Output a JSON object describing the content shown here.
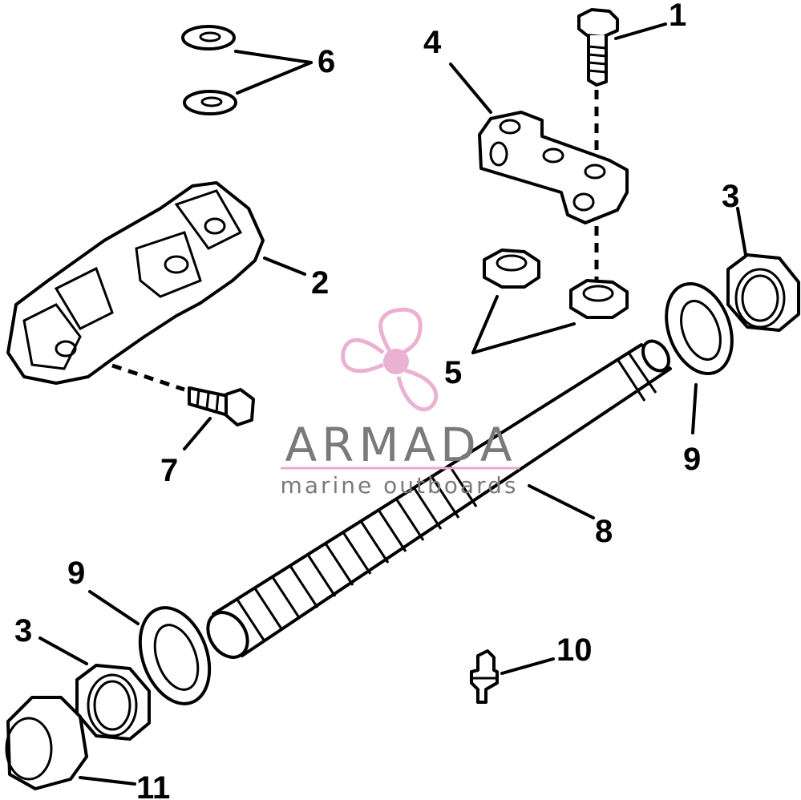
{
  "callouts": {
    "c1": "1",
    "c2": "2",
    "c3a": "3",
    "c3b": "3",
    "c4": "4",
    "c5": "5",
    "c6": "6",
    "c7": "7",
    "c8": "8",
    "c9a": "9",
    "c9b": "9",
    "c10": "10",
    "c11": "11"
  },
  "watermark": {
    "brand": "ARMADA",
    "tagline": "marine outboards",
    "logo_color": "#e8a9cf",
    "text_color": "#7a7a7a"
  }
}
